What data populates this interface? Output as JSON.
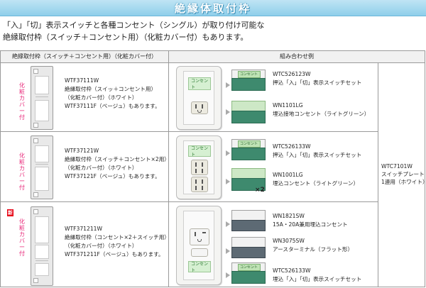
{
  "banner": {
    "title": "絶縁体取付枠"
  },
  "intro": {
    "line1": "「入」「切」表示スイッチと各種コンセント（シングル）が取り付け可能な",
    "line2": "絶縁取付枠（スイッチ＋コンセント用）（化粧カバー付）もあります。"
  },
  "table": {
    "header_left": "絶縁取付枠（スイッチ＋コンセント用）（化粧カバー付）",
    "header_right": "組み合わせ例",
    "common_plate": {
      "code": "WTC7101W",
      "desc1": "スイッチプレート・",
      "desc2": "1連用（ホワイト）"
    },
    "rows": [
      {
        "side_label": "化粧カバー付",
        "frame_code": "WTF37111W",
        "frame_desc1": "絶縁取付枠（スイッ＋コンセント用）",
        "frame_desc2": "（化粧カバー付）（ホワイト）",
        "frame_desc3": "WTF37111F（ベージュ）もあります。",
        "plate_sw_text": "コンセント",
        "modules": [
          {
            "code": "WTC526123W",
            "desc": "押込「入」「切」表示スイッチセット",
            "label": "コンセント"
          },
          {
            "code": "WN1101LG",
            "desc": "埋込接地コンセント（ライトグリーン）"
          }
        ]
      },
      {
        "side_label": "化粧カバー付",
        "frame_code": "WTF37121W",
        "frame_desc1": "絶縁取付枠（スイッチ＋コンセント×2用）",
        "frame_desc2": "（化粧カバー付）（ホワイト）",
        "frame_desc3": "WTF37121F（ベージュ）もあります。",
        "plate_sw_text": "コンセント",
        "multiplier": "×2",
        "modules": [
          {
            "code": "WTC526133W",
            "desc": "押込「入」「切」表示スイッチセット",
            "label": "コンセント"
          },
          {
            "code": "WN1001LG",
            "desc": "埋込コンセント（ライトグリーン）"
          }
        ]
      },
      {
        "new_badge": "新",
        "side_label": "化粧カバー付",
        "frame_code": "WTF371211W",
        "frame_desc1": "絶縁取付枠（コンセント×2＋スイッチ用）",
        "frame_desc2": "（化粧カバー付）（ホワイト）",
        "frame_desc3": "WTF371211F（ベージュ）もあります。",
        "plate_sw_text": "コンセント",
        "modules": [
          {
            "code": "WN1821SW",
            "desc": "15A・20A兼用埋込コンセント"
          },
          {
            "code": "WN3075SW",
            "desc": "アースターミナル（フラット形）"
          },
          {
            "code": "WTC526133W",
            "desc": "埋込「入」「切」表示スイッチセット",
            "label": "コンセント"
          }
        ]
      }
    ]
  },
  "colors": {
    "banner": "#8fcfea",
    "accent_pink": "#e8297a",
    "badge_red": "#e60012",
    "module_green": "#3e8a6e"
  }
}
